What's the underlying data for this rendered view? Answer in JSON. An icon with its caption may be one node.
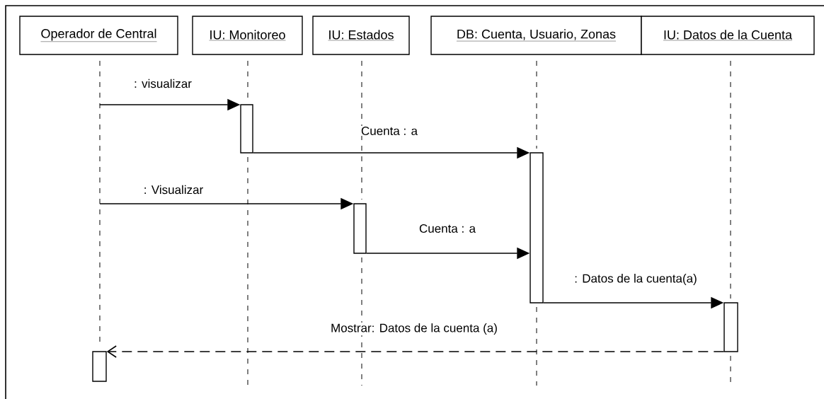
{
  "diagram": {
    "nodes": [
      {
        "text": [
          "Operador de Central"
        ]
      },
      {
        "text": [
          "IU: Monitoreo"
        ]
      },
      {
        "text": [
          "IU: Estados"
        ]
      },
      {
        "text": [
          "DB: Cuenta, Usuario, Zonas"
        ]
      },
      {
        "text": [
          "IU: Datos de la Cuenta"
        ]
      },
      {
        "text": [],
        "shape": "bar"
      },
      {
        "text": [],
        "shape": "bar"
      },
      {
        "text": [],
        "shape": "bar"
      },
      {
        "text": [],
        "shape": "bar"
      },
      {
        "text": [],
        "shape": "bar"
      }
    ],
    "edges": [
      {
        "from": null,
        "to": 5,
        "arrow": "to",
        "label": ": visualizar"
      },
      {
        "from": 5,
        "to": 6,
        "arrow": "to",
        "label": "Cuenta : a"
      },
      {
        "from": null,
        "to": 7,
        "arrow": "to",
        "label": ": Visualizar"
      },
      {
        "from": 7,
        "to": 6,
        "arrow": "to",
        "label": "Cuenta : a"
      },
      {
        "from": 6,
        "to": 8,
        "arrow": "to",
        "label": ": Datos de la cuenta(a)"
      },
      {
        "from": 8,
        "to": 9,
        "arrow": "to",
        "label": "Mostrar: Datos de la cuenta (a)",
        "style": "dashed"
      }
    ]
  }
}
